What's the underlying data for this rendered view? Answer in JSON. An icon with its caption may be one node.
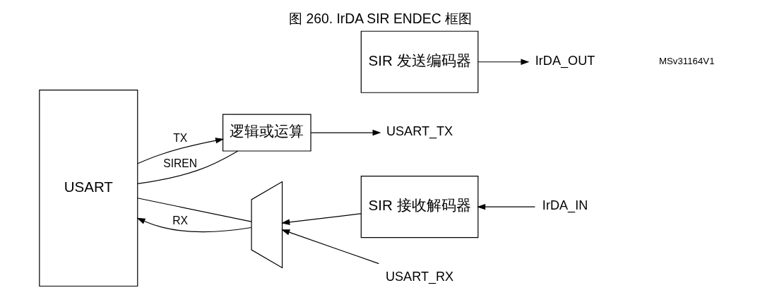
{
  "diagram": {
    "title": "图 260. IrDA SIR ENDEC 框图",
    "nodes": [
      {
        "text": [
          "USART"
        ]
      },
      {
        "text": [
          "逻辑或运算"
        ]
      },
      {
        "text": [
          "SIR 发送编码器"
        ]
      },
      {
        "text": [
          "SIR 接收解码器"
        ]
      },
      {
        "text": [],
        "shape": "trapezoid"
      },
      {
        "text": [
          "USART_TX"
        ]
      },
      {
        "text": [
          "IrDA_OUT"
        ]
      },
      {
        "text": [
          "IrDA_IN"
        ]
      },
      {
        "text": [
          "USART_RX"
        ]
      }
    ],
    "edges": [
      {
        "from": 0,
        "to": 1,
        "arrow": "to",
        "label": "TX"
      },
      {
        "from": 0,
        "to": 1,
        "arrow": "none",
        "label": "SIREN"
      },
      {
        "from": 0,
        "to": 4,
        "arrow": "none"
      },
      {
        "from": 1,
        "to": 5,
        "arrow": "to"
      },
      {
        "from": 2,
        "to": 6,
        "arrow": "to"
      },
      {
        "from": 7,
        "to": 3,
        "arrow": "to"
      },
      {
        "from": 3,
        "to": 4,
        "arrow": "to"
      },
      {
        "from": 8,
        "to": 4,
        "arrow": "to"
      },
      {
        "from": 4,
        "to": 0,
        "arrow": "to",
        "label": "RX"
      }
    ],
    "labels": [
      "MSv31164V1"
    ]
  }
}
